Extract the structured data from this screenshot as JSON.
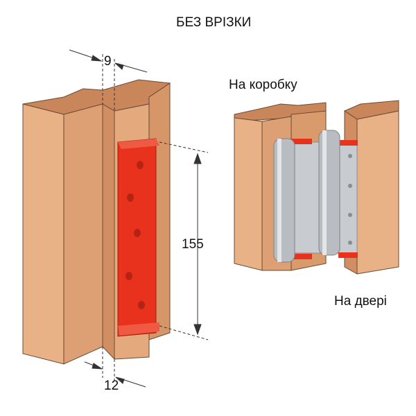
{
  "title": "БЕЗ ВРІЗКИ",
  "labels": {
    "frame": "На коробку",
    "door": "На двері"
  },
  "dimensions": {
    "top_offset": "9",
    "height": "155",
    "bottom_offset": "12"
  },
  "colors": {
    "wood_light": "#e8b186",
    "wood_mid": "#d99a6c",
    "wood_dark": "#c9865a",
    "plate_red": "#e8321e",
    "hinge_gray": "#b9bcc0"
  }
}
